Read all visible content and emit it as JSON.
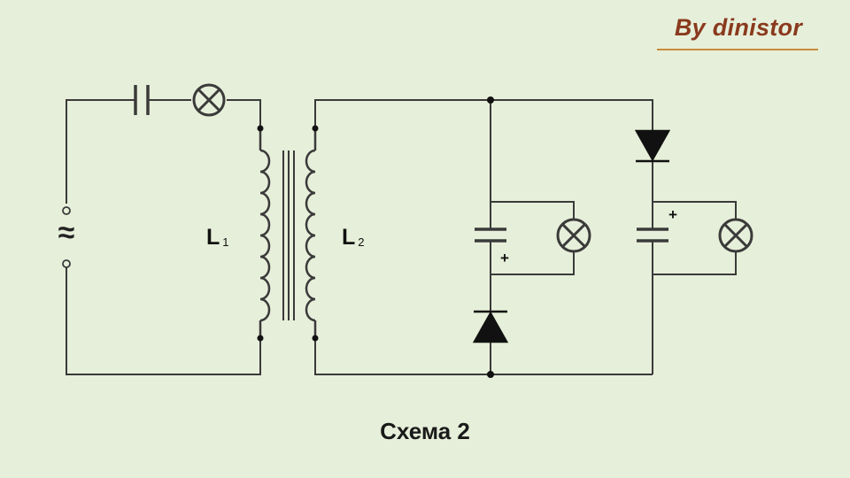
{
  "watermark": "By dinistor",
  "caption": "Схема 2",
  "coils": [
    {
      "letter": "L",
      "index": "1"
    },
    {
      "letter": "L",
      "index": "2"
    }
  ],
  "ac_source_symbol": "≈",
  "polarity_mark": "+",
  "colors": {
    "background": "#e6efd9",
    "wire": "#3a3a3a",
    "watermark": "#8a3a1e",
    "watermark_rule": "#c98c3c"
  }
}
